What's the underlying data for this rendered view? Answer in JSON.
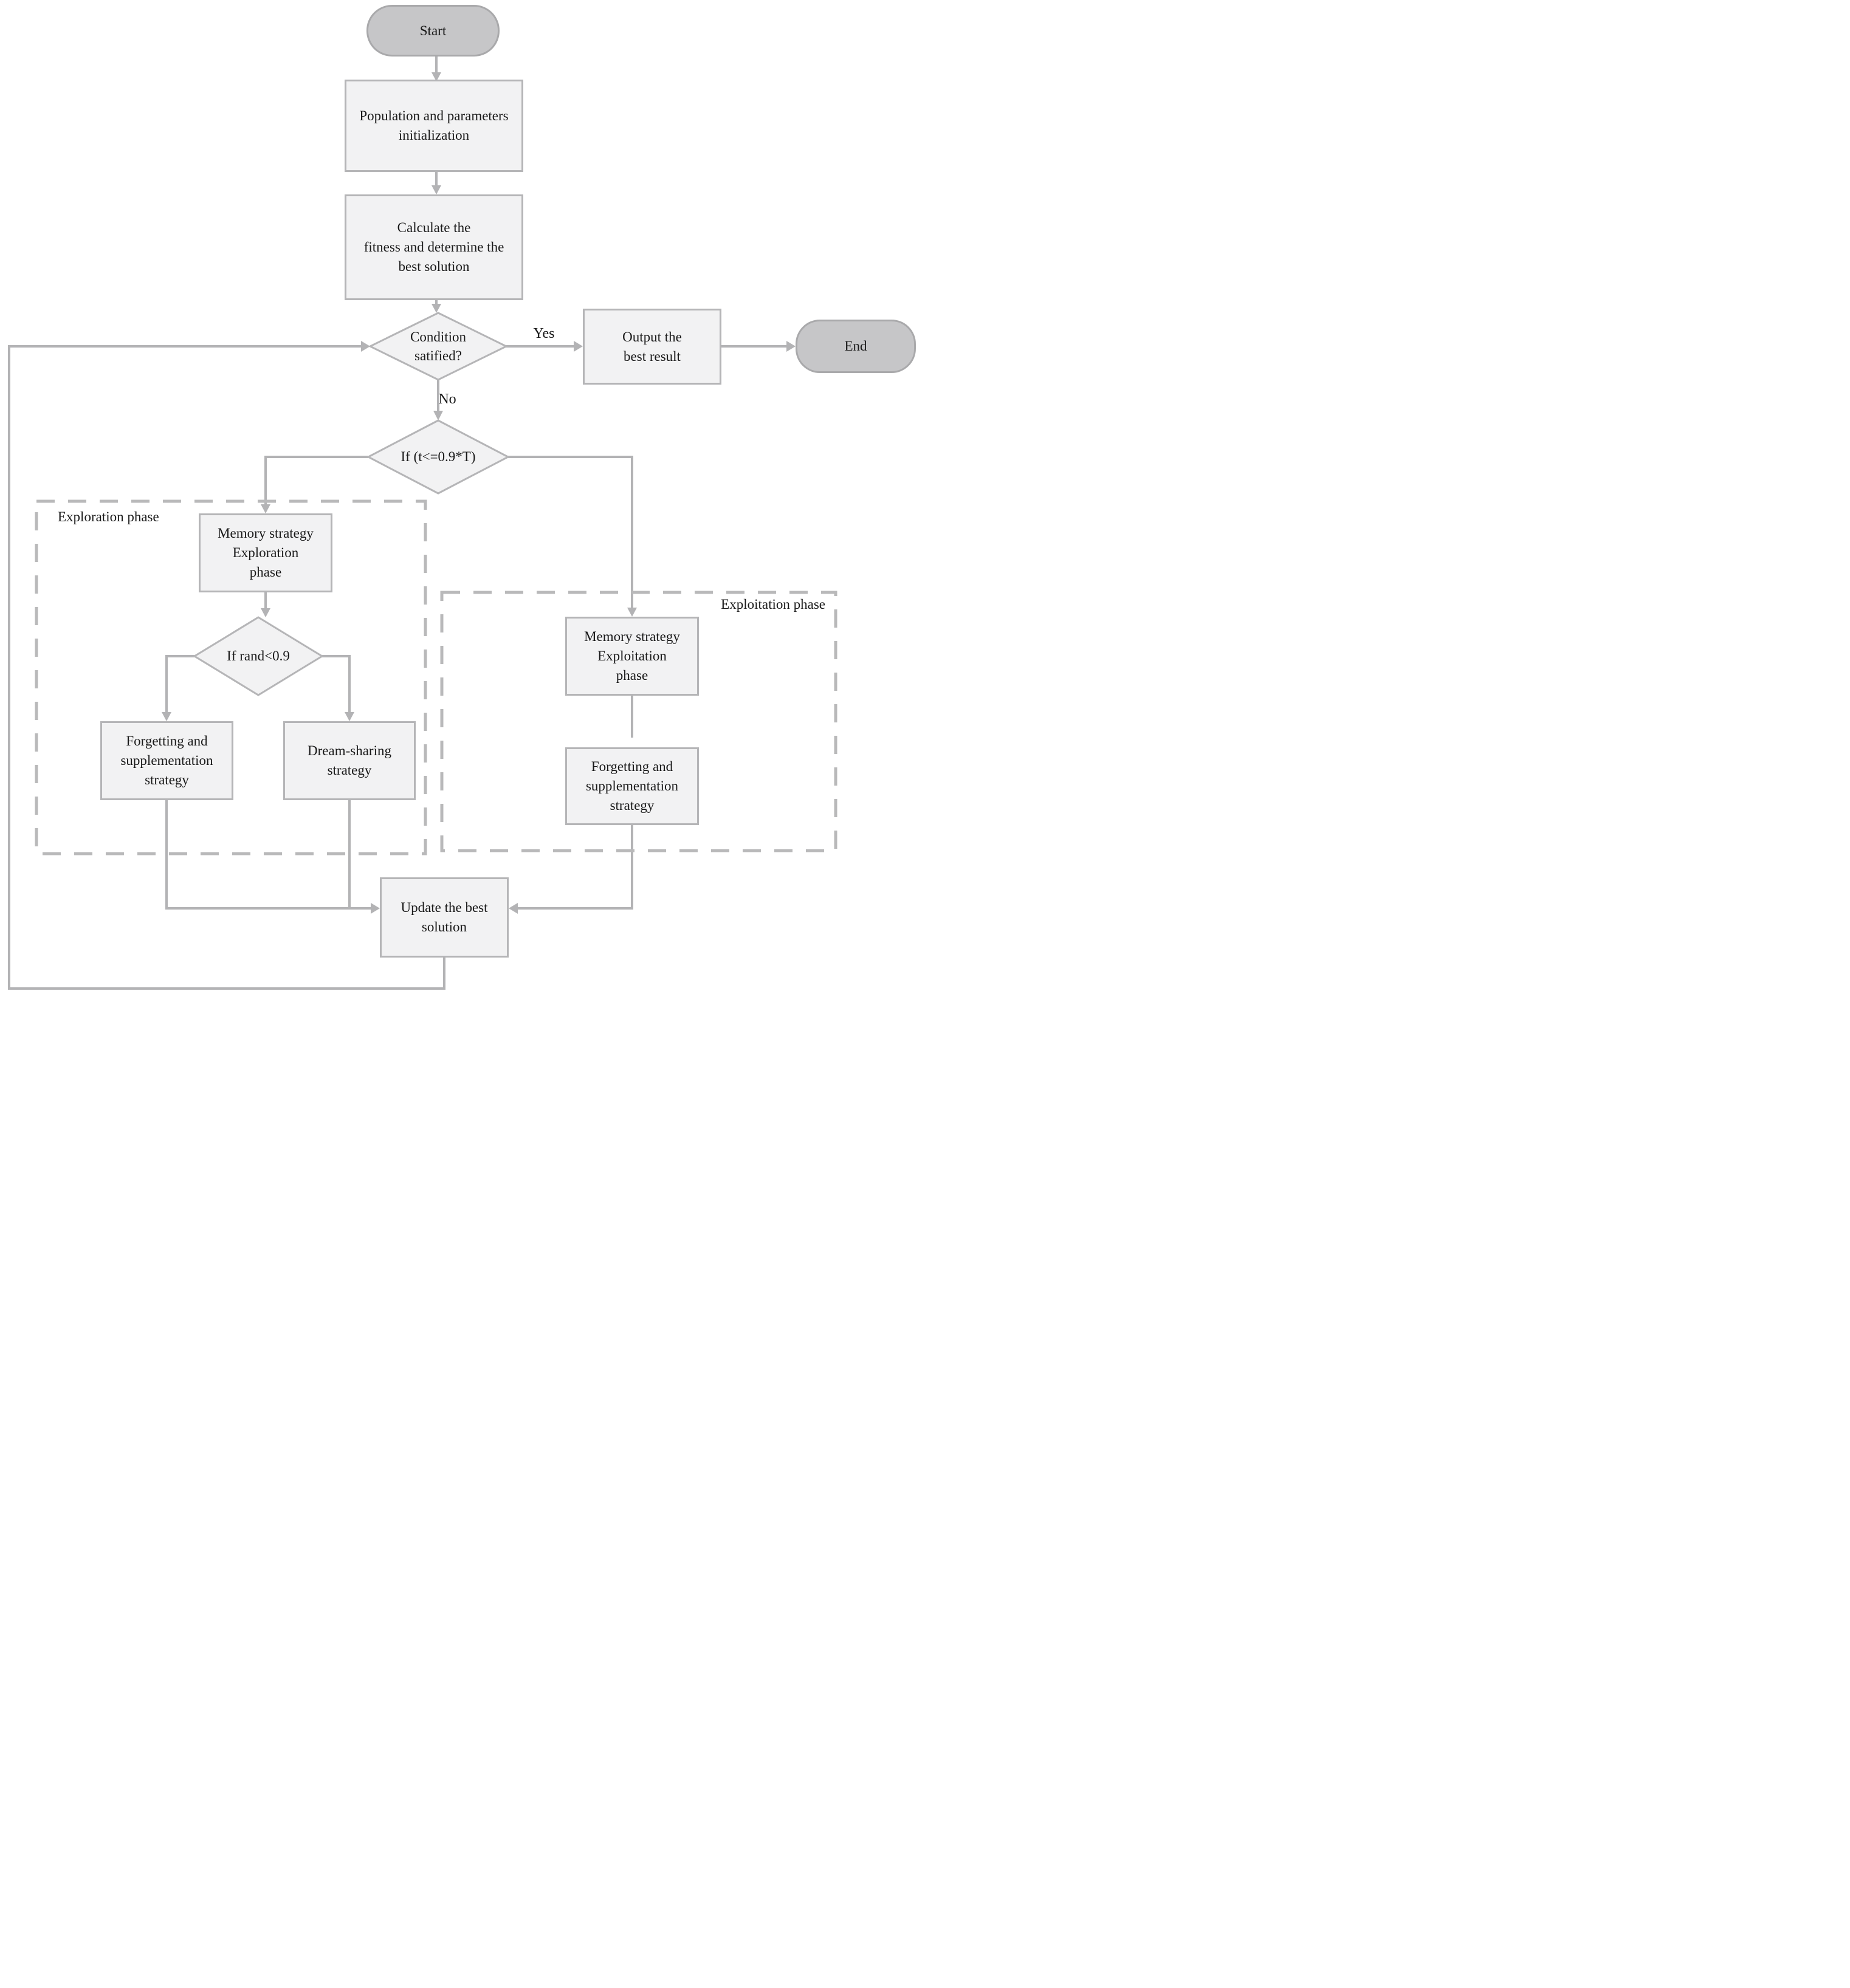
{
  "nodes": {
    "start": "Start",
    "init": "Population and parameters\ninitialization",
    "fitness": "Calculate the\nfitness and determine the\nbest solution",
    "condition": "Condition\nsatified?",
    "output": "Output the\nbest result",
    "end": "End",
    "time_check": "If (t<=0.9*T)",
    "memory_exploration": "Memory strategy\nExploration\nphase",
    "rand_check": "If rand<0.9",
    "forgetting_left": "Forgetting and\nsupplementation\nstrategy",
    "dream_sharing": "Dream-sharing\nstrategy",
    "memory_exploitation": "Memory strategy\nExploitation\nphase",
    "forgetting_right": "Forgetting and\nsupplementation\nstrategy",
    "update": "Update the best\nsolution"
  },
  "edge_labels": {
    "yes": "Yes",
    "no": "No"
  },
  "regions": {
    "exploration": "Exploration phase",
    "exploitation": "Exploitation phase"
  },
  "colors": {
    "line": "#b3b3b5",
    "dash": "#b9b9ba",
    "node_fill": "#f2f2f3",
    "node_border": "#b5b5b7",
    "terminal_fill": "#c6c6c8",
    "terminal_border": "#a9a9ab",
    "text": "#1a1a1a",
    "background": "#ffffff"
  }
}
